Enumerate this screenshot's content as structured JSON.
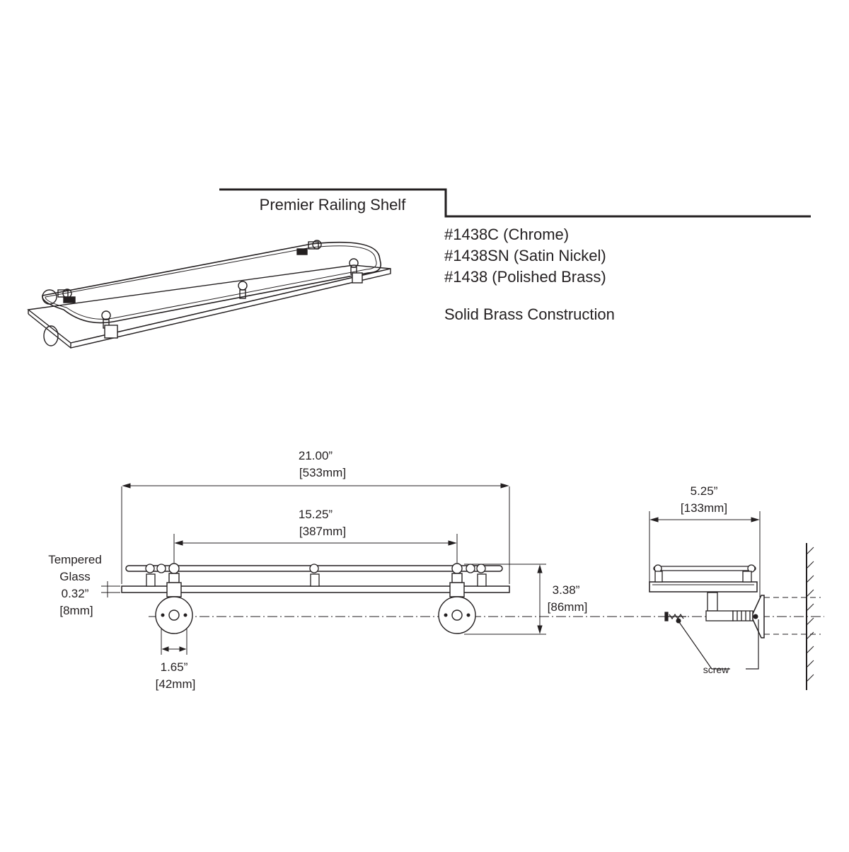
{
  "header": {
    "title": "Premier Railing Shelf"
  },
  "specs": {
    "finishes": [
      "#1438C (Chrome)",
      "#1438SN (Satin Nickel)",
      "#1438 (Polished Brass)"
    ],
    "construction": "Solid Brass Construction"
  },
  "dimensions": {
    "overall_length": {
      "in": "21.00”",
      "mm": "[533mm]"
    },
    "mount_spacing": {
      "in": "15.25”",
      "mm": "[387mm]"
    },
    "height": {
      "in": "3.38”",
      "mm": "[86mm]"
    },
    "flange_diameter": {
      "in": "1.65”",
      "mm": "[42mm]"
    },
    "depth": {
      "in": "5.25”",
      "mm": "[133mm]"
    },
    "glass": {
      "line1": "Tempered",
      "line2": "Glass",
      "in": "0.32”",
      "mm": "[8mm]"
    }
  },
  "labels": {
    "screw": "screw"
  }
}
